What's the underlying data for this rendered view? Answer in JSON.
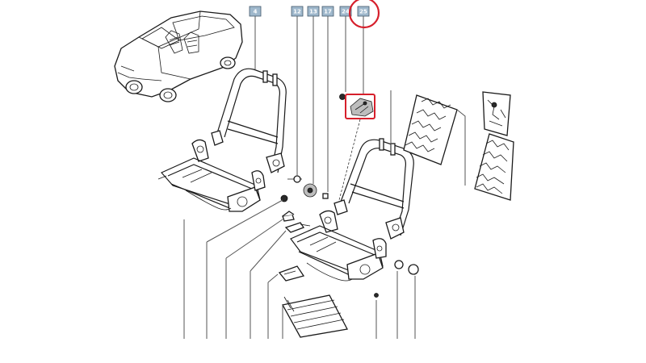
{
  "callouts": [
    {
      "id": "4",
      "label": "4"
    },
    {
      "id": "12",
      "label": "12"
    },
    {
      "id": "13",
      "label": "13"
    },
    {
      "id": "17",
      "label": "17"
    },
    {
      "id": "24",
      "label": "24"
    },
    {
      "id": "25",
      "label": "25"
    }
  ],
  "colors": {
    "callout_fill": "#9fb8cc",
    "highlight": "#d61f2b",
    "line": "#1a1a1a"
  }
}
